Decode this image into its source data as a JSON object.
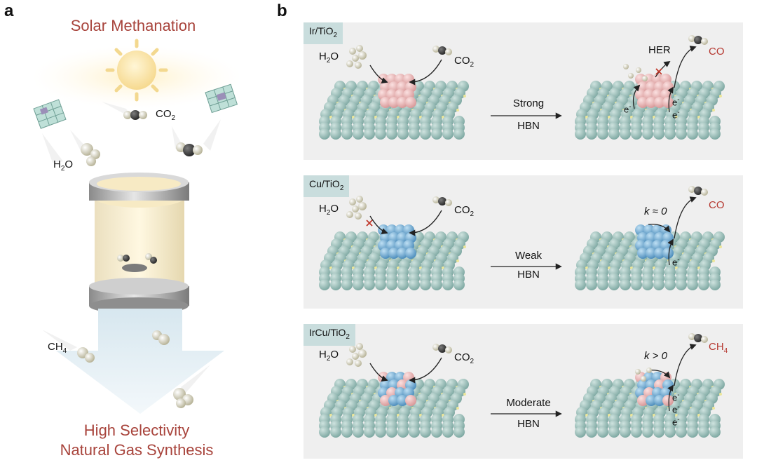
{
  "panel_a": {
    "letter": "a",
    "title": "Solar Methanation",
    "co2_label": "CO",
    "co2_sub": "2",
    "h2o_label_pre": "H",
    "h2o_sub": "2",
    "h2o_label_post": "O",
    "ch4_label": "CH",
    "ch4_sub": "4",
    "bottom_line1": "High Selectivity",
    "bottom_line2": "Natural Gas Synthesis"
  },
  "panel_b": {
    "letter": "b",
    "rows": [
      {
        "catalyst": "Ir/TiO",
        "catalyst_sub": "2",
        "h2o": "H",
        "h2o_sub": "2",
        "h2o_post": "O",
        "co2": "CO",
        "co2_sub": "2",
        "condition_top": "Strong",
        "condition_bottom": "HBN",
        "side_product": "HER",
        "product": "CO",
        "product_sub": "",
        "electron": "e",
        "electron_sup": "-",
        "rate": ""
      },
      {
        "catalyst": "Cu/TiO",
        "catalyst_sub": "2",
        "h2o": "H",
        "h2o_sub": "2",
        "h2o_post": "O",
        "co2": "CO",
        "co2_sub": "2",
        "condition_top": "Weak",
        "condition_bottom": "HBN",
        "side_product": "",
        "product": "CO",
        "product_sub": "",
        "electron": "e",
        "electron_sup": "-",
        "rate": "k ≈ 0"
      },
      {
        "catalyst": "IrCu/TiO",
        "catalyst_sub": "2",
        "h2o": "H",
        "h2o_sub": "2",
        "h2o_post": "O",
        "co2": "CO",
        "co2_sub": "2",
        "condition_top": "Moderate",
        "condition_bottom": "HBN",
        "side_product": "",
        "product": "CH",
        "product_sub": "4",
        "electron": "e",
        "electron_sup": "-",
        "rate": "k > 0"
      }
    ]
  },
  "colors": {
    "title_red": "#a8443c",
    "product_red": "#b5372f",
    "substrate": "#8fb4b0",
    "ir_cluster": "#e8b8b8",
    "cu_cluster": "#6fa9cf",
    "tag_bg": "#c9dddd",
    "row_bg": "#efefef"
  }
}
